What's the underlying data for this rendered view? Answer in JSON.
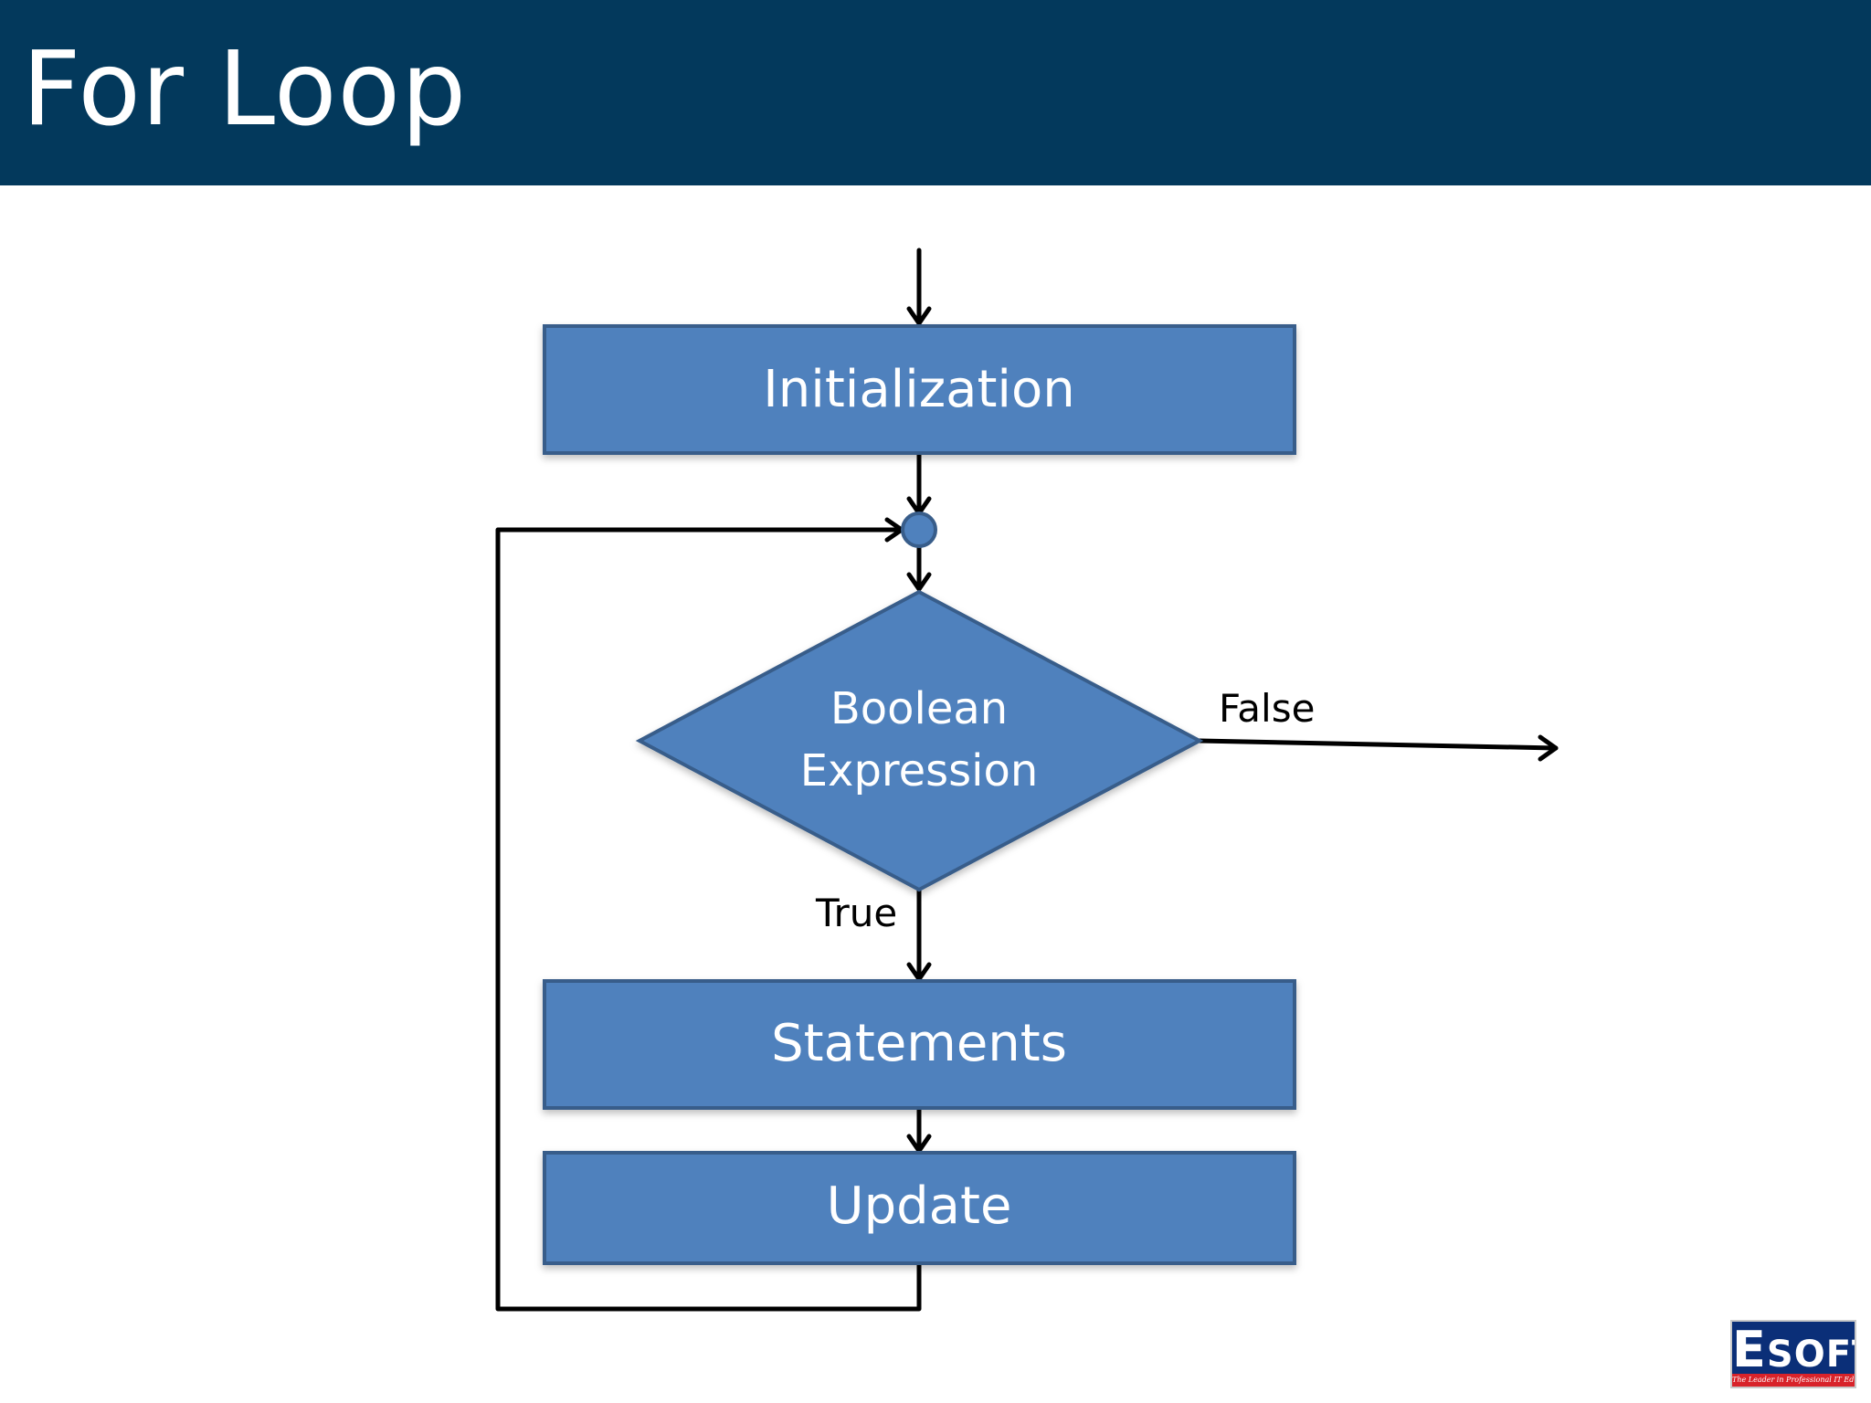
{
  "slide": {
    "title": "For Loop"
  },
  "flowchart": {
    "nodes": {
      "initialization": "Initialization",
      "condition_line1": "Boolean",
      "condition_line2": "Expression",
      "statements": "Statements",
      "update": "Update"
    },
    "edges": {
      "false_label": "False",
      "true_label": "True"
    },
    "colors": {
      "node_fill": "#4f81bd",
      "node_stroke": "#385d8a",
      "title_bar": "#03395c"
    }
  },
  "logo": {
    "word_first": "E",
    "word_rest": "SOFT",
    "tagline": "The Leader in Professional IT Education"
  }
}
